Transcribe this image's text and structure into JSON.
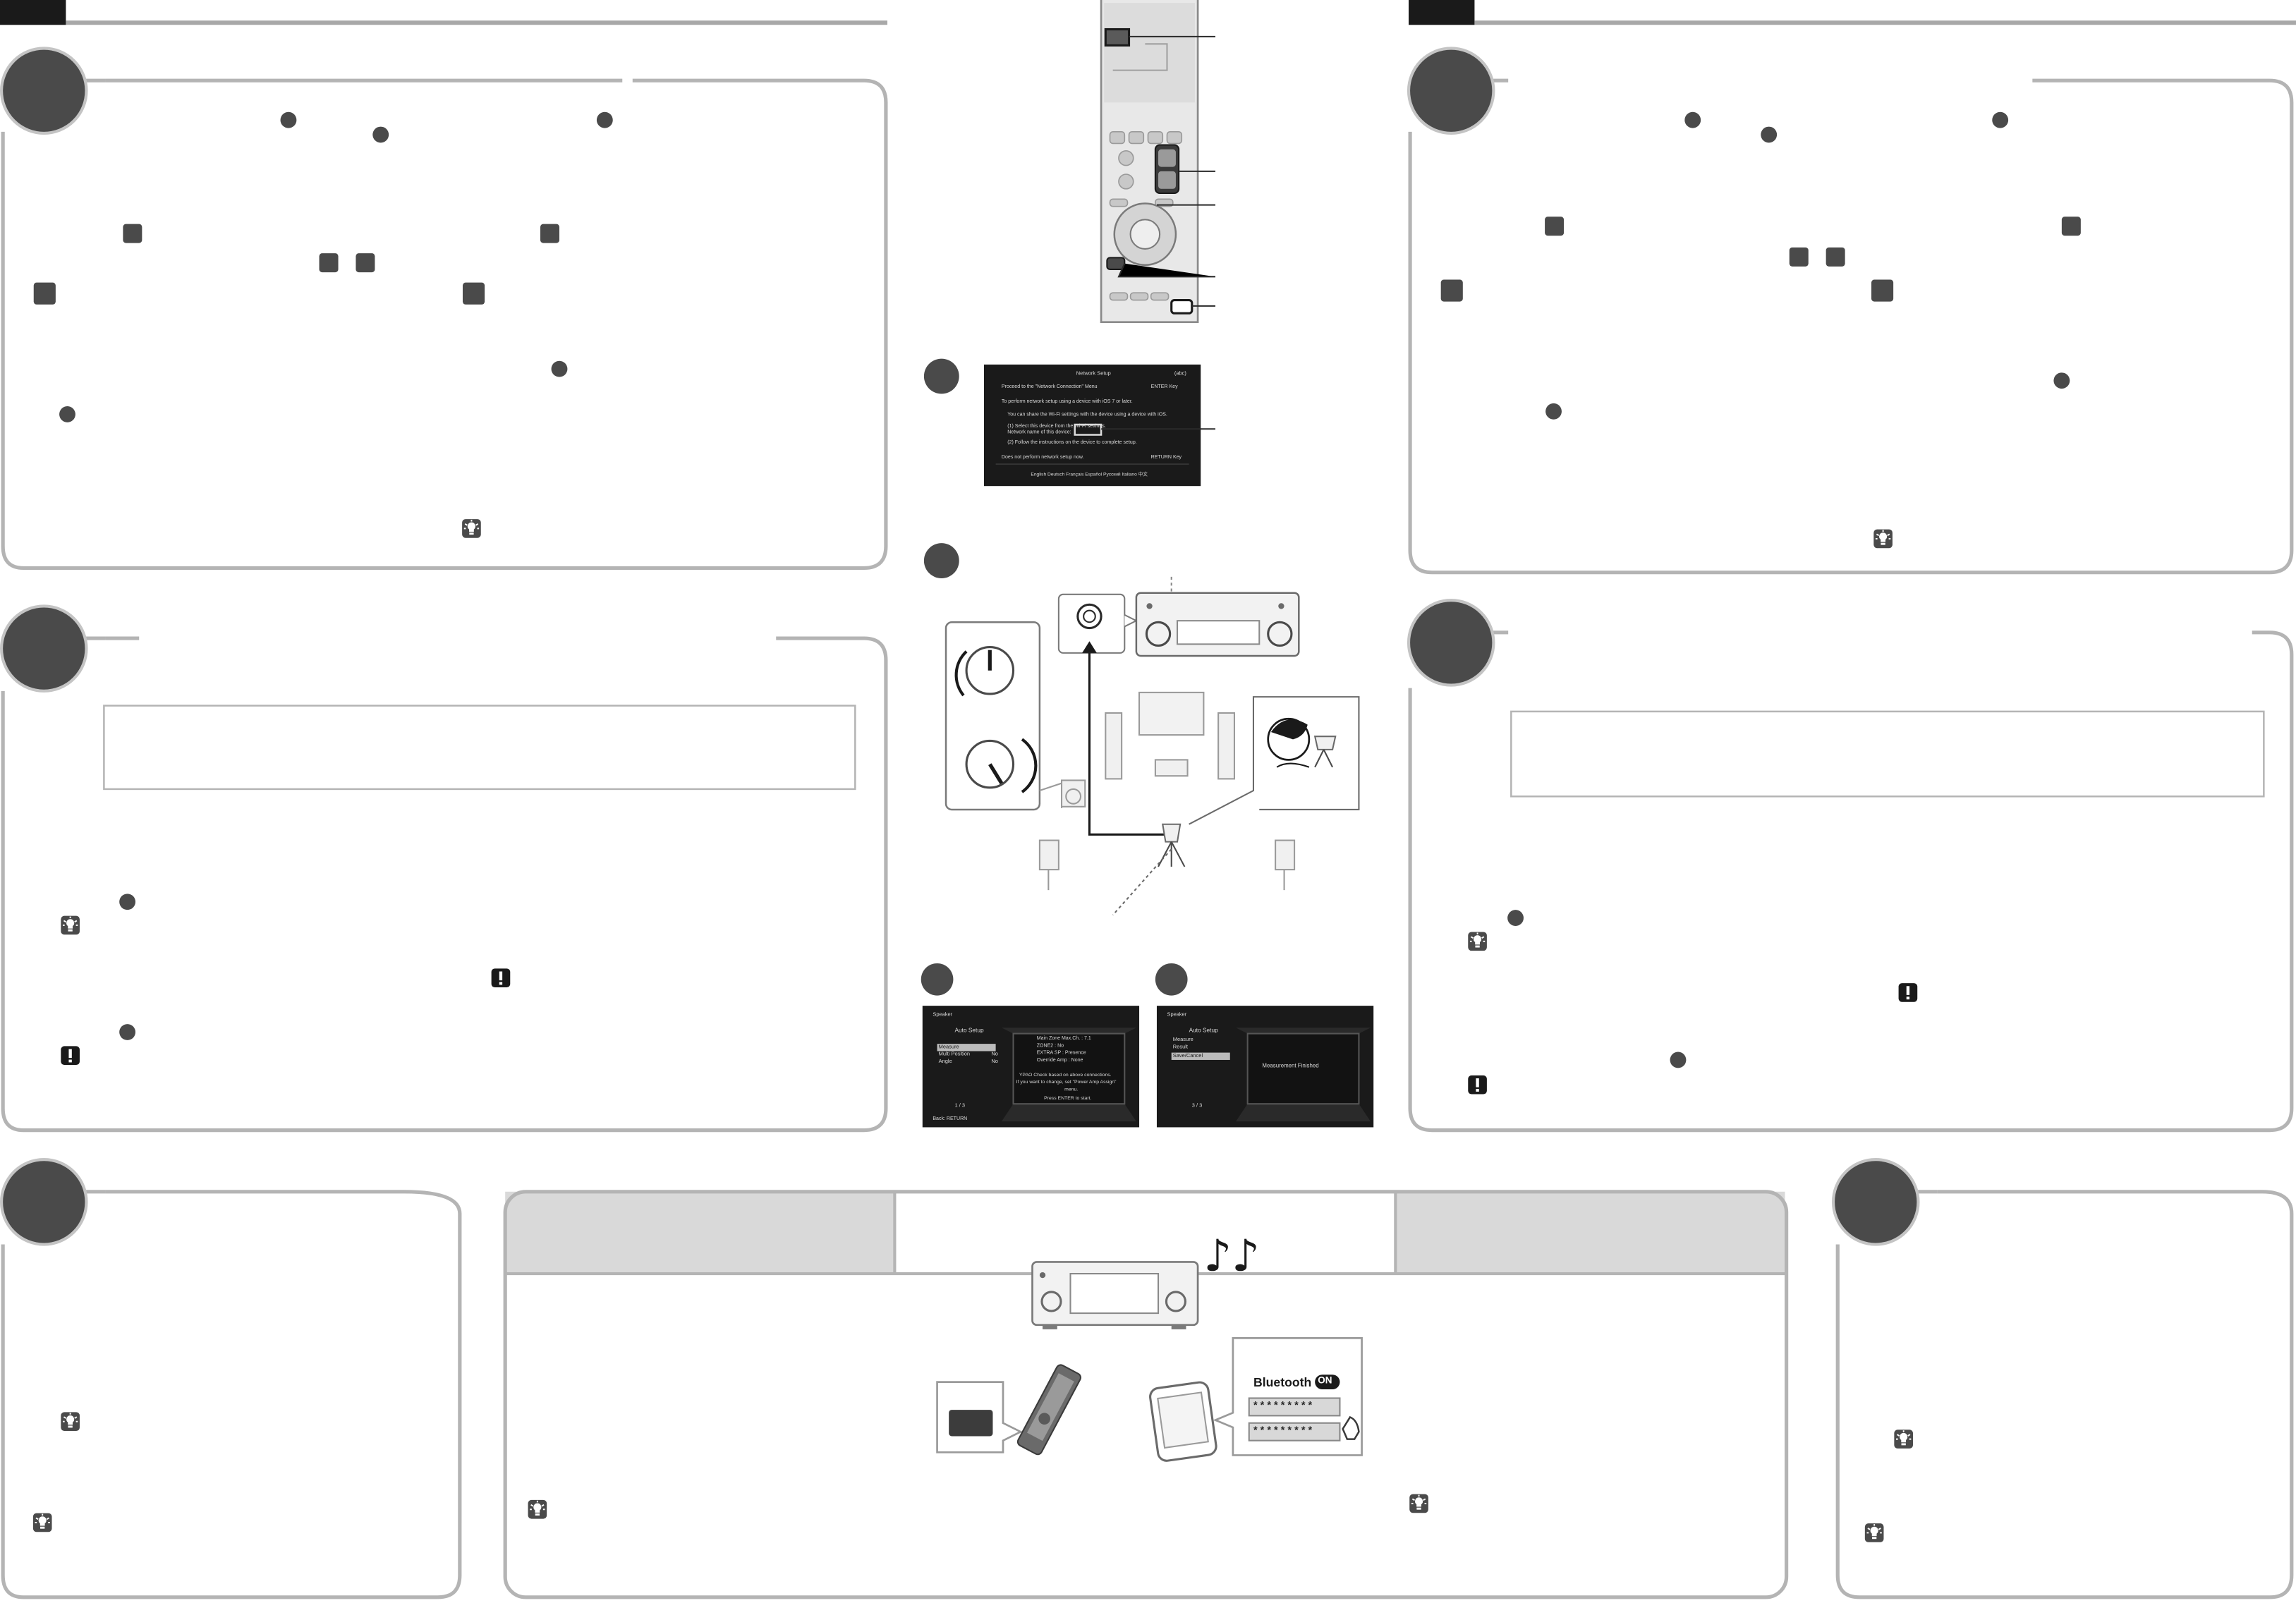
{
  "osd_network": {
    "title": "Network Setup",
    "tag": "(abc)",
    "line1": "Proceed to the \"Network Connection\" Menu",
    "line1_key": "ENTER Key",
    "line2": "To perform network setup using a device with iOS 7 or later.",
    "line3": "You can share the Wi-Fi settings with the device using a device with iOS.",
    "line4": "(1)  Select this device from the Wi-Fi settings.",
    "line5": "     Network name of this device:",
    "line6": "(2)  Follow the instructions on the device to complete setup.",
    "line7": "Does not perform network setup now.",
    "line7_key": "RETURN Key",
    "footer": "English  Deutsch  Français  Español  Русский  Italiano  中文"
  },
  "osd_autosetup_a": {
    "header": "Speaker",
    "title": "Auto Setup",
    "menu": [
      "Measure",
      "Multi Position",
      "Angle"
    ],
    "menu_values": [
      "",
      "No",
      "No"
    ],
    "page": "1 / 3",
    "footer": "Back: RETURN",
    "msg1": "Main Zone Max.Ch. : 7.1",
    "msg2": "ZONE2 : No",
    "msg3": "EXTRA SP : Presence",
    "msg4": "Override Amp : None",
    "msg5": "YPAO Check based on above connections.",
    "msg6": "If you want to change, set \"Power Amp Assign\"",
    "msg7": "menu.",
    "msg8": "Press ENTER to start."
  },
  "osd_autosetup_b": {
    "header": "Speaker",
    "title": "Auto Setup",
    "menu": [
      "Measure",
      "Result",
      "Save/Cancel"
    ],
    "page": "3 / 3",
    "msg": "Measurement Finished"
  },
  "bluetooth_popup": {
    "heading": "Bluetooth",
    "toggle": "ON",
    "entries": [
      "* * * * * * * * *",
      "* * * * * * * * *"
    ]
  },
  "icons": [
    "hint-icon",
    "caution-icon",
    "music-notes-icon",
    "remote-icon",
    "smartphone-icon",
    "receiver-icon",
    "microphone-icon"
  ],
  "colors": {
    "step_badge": "#4a4a4a",
    "border": "#b0b0b0",
    "header_band": "#d9d9d9",
    "osd_bg": "#1a1a1a",
    "osd_selected": "#bbbbbb",
    "page_tab": "#1a1a1a"
  }
}
